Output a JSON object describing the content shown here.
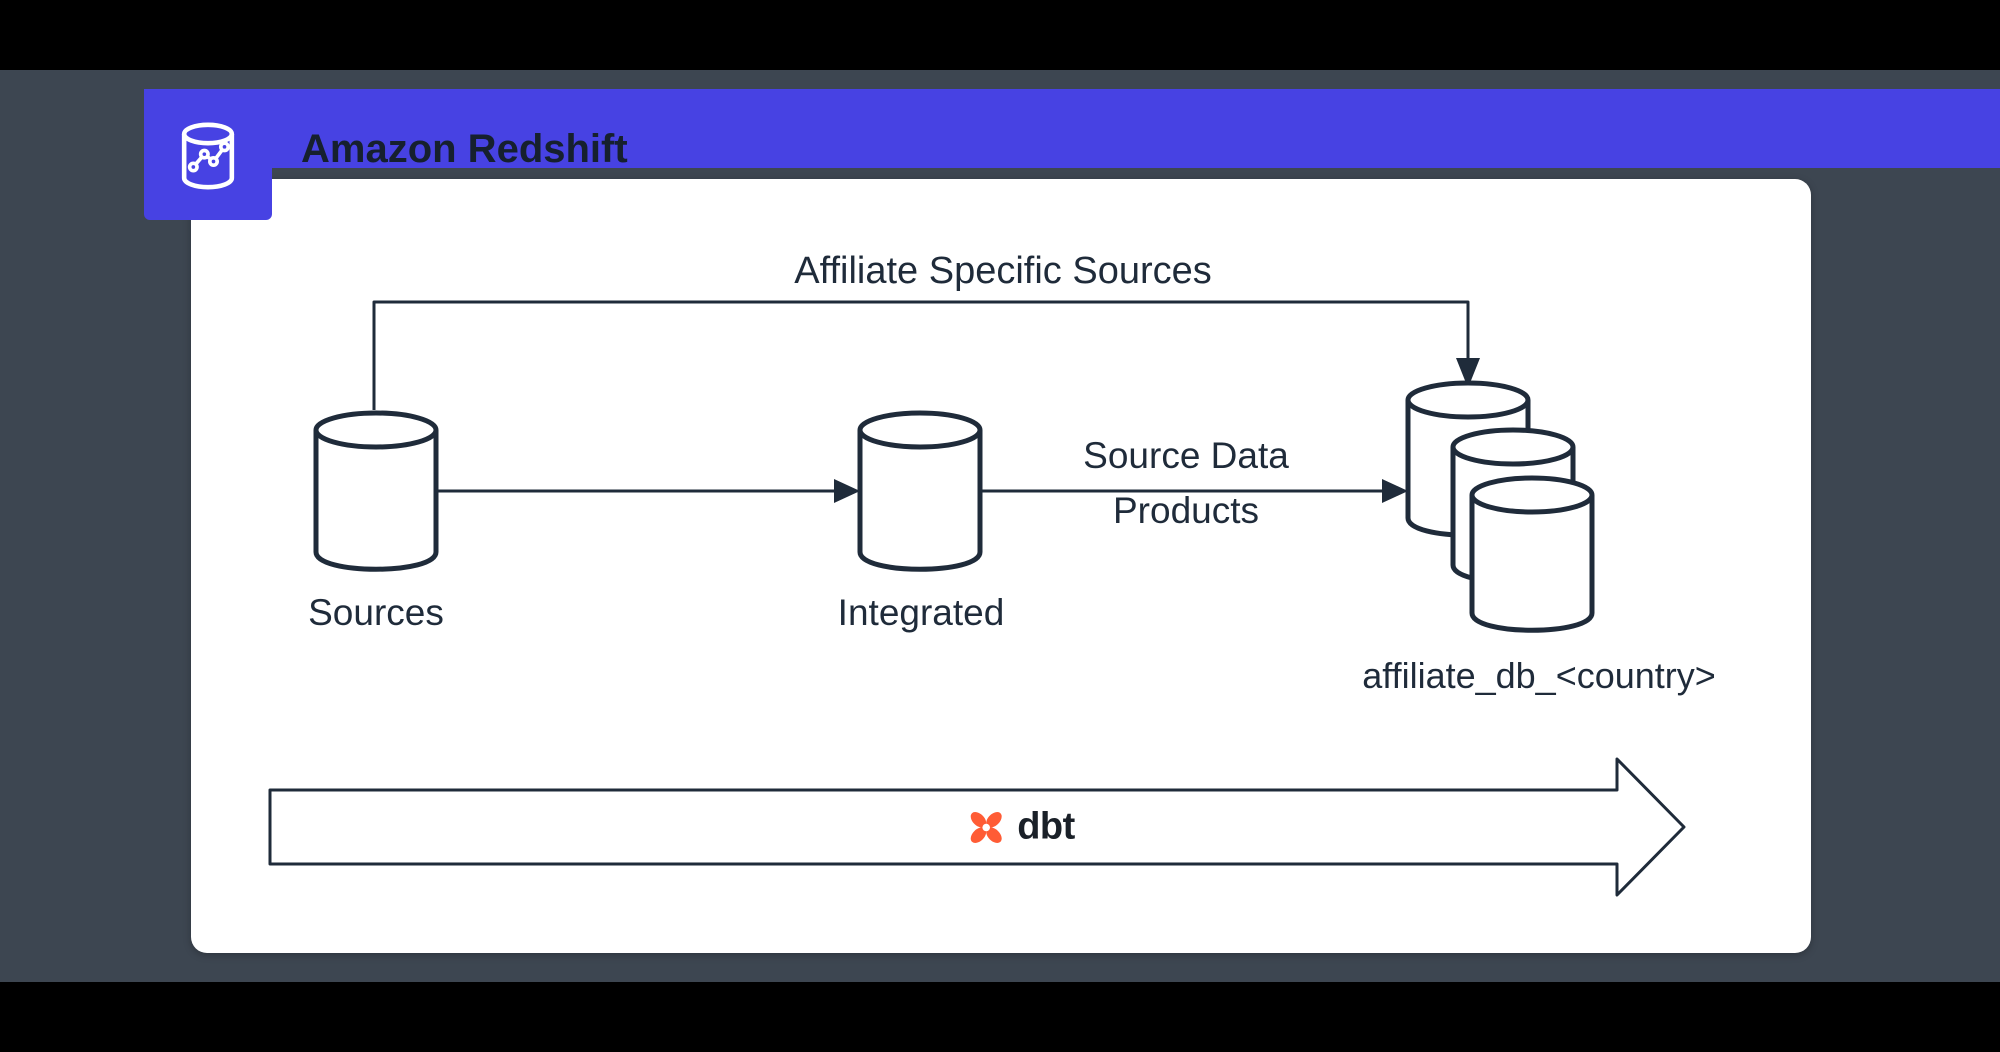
{
  "colors": {
    "background": "#3d4651",
    "letterbox_band": "#000000",
    "card": "#ffffff",
    "accent_blue": "#4742e3",
    "diagram_outline": "#1f2b3a",
    "dbt_orange": "#ff5c35"
  },
  "header": {
    "title": "Amazon Redshift",
    "icon": "database-chart-icon"
  },
  "diagram": {
    "affiliate_path_label": "Affiliate Specific Sources",
    "nodes": {
      "sources": {
        "label": "Sources"
      },
      "integrated": {
        "label": "Integrated"
      },
      "affiliate_db": {
        "label": "affiliate_db_<country>"
      }
    },
    "edge_label": {
      "line1": "Source Data",
      "line2": "Products"
    }
  },
  "footer_arrow": {
    "brand": "dbt"
  }
}
